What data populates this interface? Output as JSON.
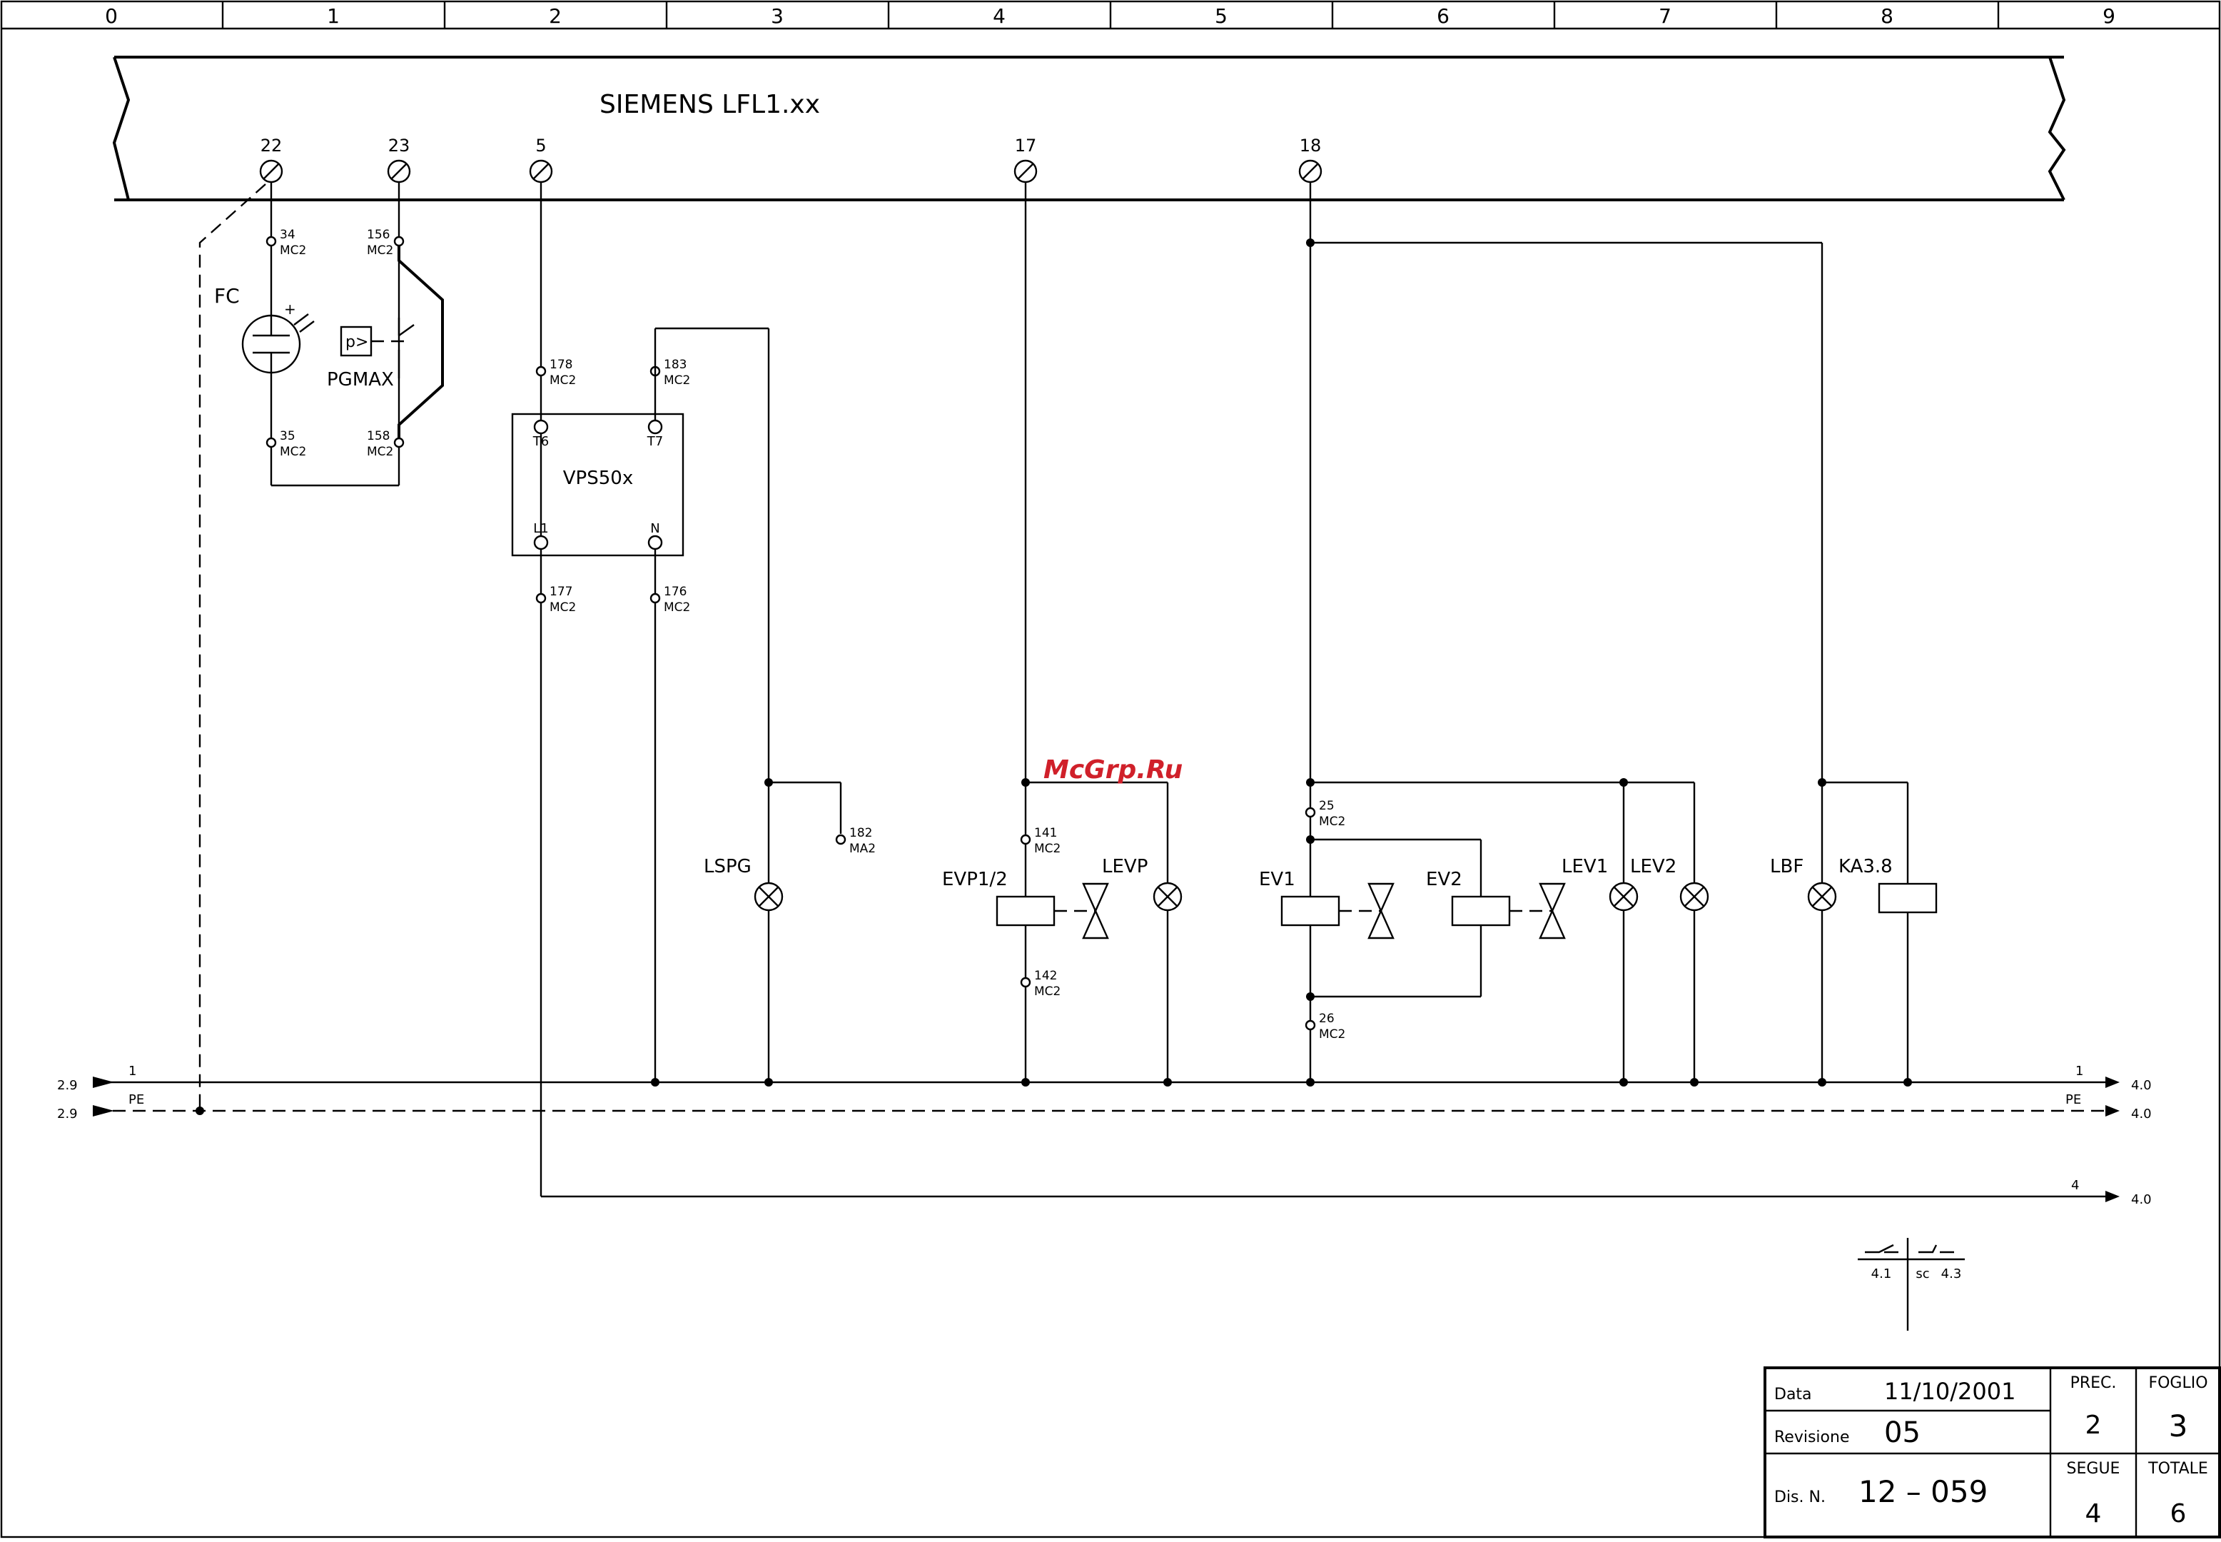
{
  "grid_columns": [
    "0",
    "1",
    "2",
    "3",
    "4",
    "5",
    "6",
    "7",
    "8",
    "9"
  ],
  "controller": {
    "title": "SIEMENS LFL1.xx",
    "terminals": [
      "22",
      "23",
      "5",
      "17",
      "18"
    ]
  },
  "wire_labels": {
    "w34": {
      "num": "34",
      "ref": "MC2"
    },
    "w35": {
      "num": "35",
      "ref": "MC2"
    },
    "w156": {
      "num": "156",
      "ref": "MC2"
    },
    "w158": {
      "num": "158",
      "ref": "MC2"
    },
    "w178": {
      "num": "178",
      "ref": "MC2"
    },
    "w183": {
      "num": "183",
      "ref": "MC2"
    },
    "w177": {
      "num": "177",
      "ref": "MC2"
    },
    "w176": {
      "num": "176",
      "ref": "MC2"
    },
    "w182": {
      "num": "182",
      "ref": "MA2"
    },
    "w141": {
      "num": "141",
      "ref": "MC2"
    },
    "w142": {
      "num": "142",
      "ref": "MC2"
    },
    "w25": {
      "num": "25",
      "ref": "MC2"
    },
    "w26": {
      "num": "26",
      "ref": "MC2"
    }
  },
  "components": {
    "fc": "FC",
    "pgmax": "PGMAX",
    "pgmax_symbol": "p>",
    "vps": "VPS50x",
    "vps_t6": "T6",
    "vps_t7": "T7",
    "vps_l1": "L1",
    "vps_n": "N",
    "lspg": "LSPG",
    "evp": "EVP1/2",
    "levp": "LEVP",
    "ev1": "EV1",
    "ev2": "EV2",
    "lev1": "LEV1",
    "lev2": "LEV2",
    "lbf": "LBF",
    "ka38": "KA3.8"
  },
  "busbars": [
    {
      "label": "1",
      "from": "2.9",
      "to": "4.0"
    },
    {
      "label": "PE",
      "from": "2.9",
      "to": "4.0"
    },
    {
      "label": "4",
      "to": "4.0"
    }
  ],
  "fc_plus": "+",
  "cross_ref": {
    "left": "4.1",
    "mid": "sc",
    "right": "4.3"
  },
  "watermark": "McGrp.Ru",
  "title_block": {
    "data_label": "Data",
    "data_value": "11/10/2001",
    "revisione_label": "Revisione",
    "revisione_value": "05",
    "disn_label": "Dis. N.",
    "disn_value": "12 – 059",
    "prec_label": "PREC.",
    "prec_value": "2",
    "foglio_label": "FOGLIO",
    "foglio_value": "3",
    "segue_label": "SEGUE",
    "segue_value": "4",
    "totale_label": "TOTALE",
    "totale_value": "6"
  }
}
